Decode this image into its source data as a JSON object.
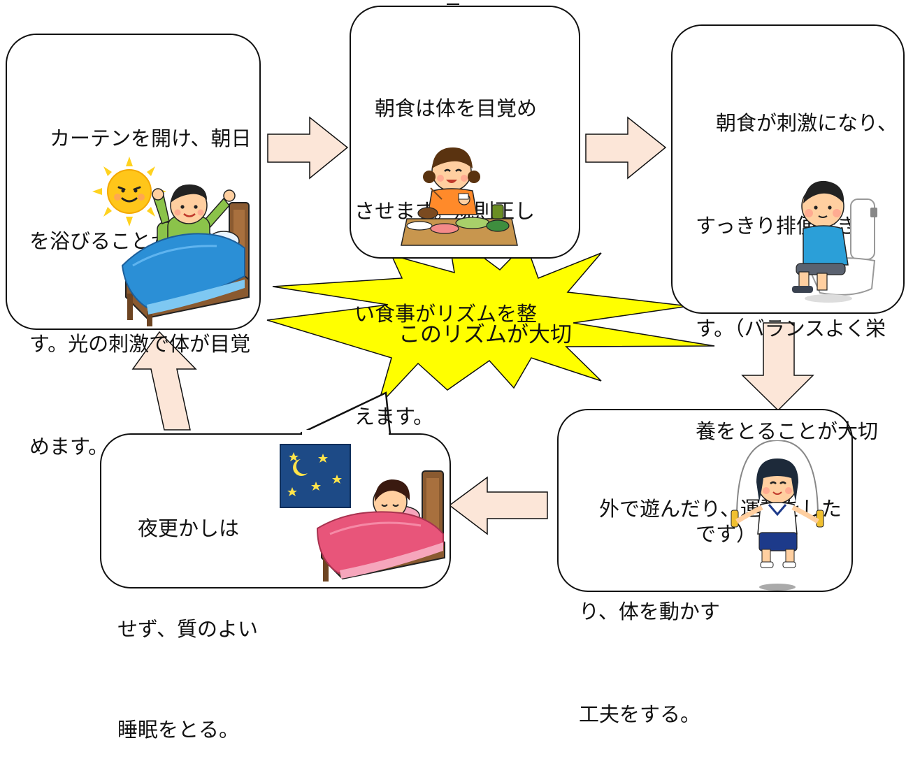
{
  "center": {
    "label": "このリズムが大切"
  },
  "steps": {
    "morning_light": {
      "lines": [
        "　カーテンを開け、朝日",
        "を浴びることが大切で",
        "す。光の刺激で体が目覚",
        "めます。"
      ]
    },
    "breakfast": {
      "lines": [
        "　朝食は体を目覚め",
        "させます。規則正し",
        "い食事がリズムを整",
        "えます。"
      ]
    },
    "bowel": {
      "lines": [
        "　朝食が刺激になり、",
        "すっきり排便できま",
        "す。（バランスよく栄",
        "養をとることが大切",
        "です）"
      ]
    },
    "exercise": {
      "lines": [
        "　外で遊んだり、運動をした",
        "り、体を動かす",
        "工夫をする。"
      ]
    },
    "sleep": {
      "lines": [
        "　夜更かしは",
        "せず、質のよい",
        "睡眠をとる。"
      ]
    }
  },
  "colors": {
    "arrow_fill": "#fce6d8",
    "burst_fill": "#ffff00",
    "blanket_blue": "#2b8fd6",
    "blanket_pink": "#e8557a",
    "night_sky": "#1d4a86",
    "sun": "#ffd21f"
  },
  "icons": [
    "waking-boy-bed-illustration",
    "sun-icon",
    "eating-girl-illustration",
    "toilet-boy-illustration",
    "jump-rope-girl-illustration",
    "sleeping-girl-bed-illustration",
    "night-window-icon"
  ]
}
